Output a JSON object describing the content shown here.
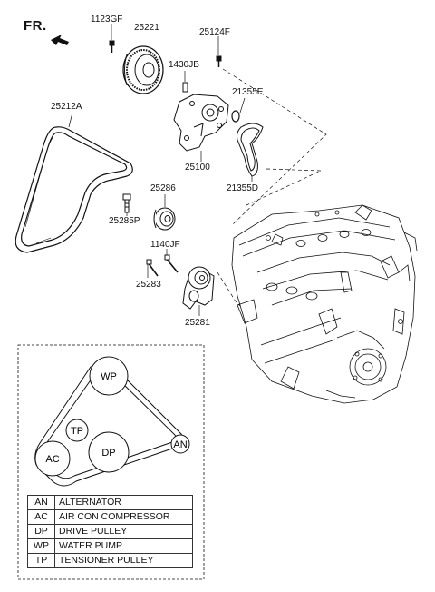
{
  "direction_label": "FR.",
  "parts": {
    "p1123GF": "1123GF",
    "p25221": "25221",
    "p25124F": "25124F",
    "p1430JB": "1430JB",
    "p21355E": "21355E",
    "p25212A": "25212A",
    "p25100": "25100",
    "p21355D": "21355D",
    "p25286": "25286",
    "p25285P": "25285P",
    "p1140JF": "1140JF",
    "p25283": "25283",
    "p25281": "25281"
  },
  "belt_routing": {
    "pulleys": {
      "wp": "WP",
      "tp": "TP",
      "ac": "AC",
      "dp": "DP",
      "an": "AN"
    }
  },
  "legend": [
    {
      "code": "AN",
      "name": "ALTERNATOR"
    },
    {
      "code": "AC",
      "name": "AIR CON COMPRESSOR"
    },
    {
      "code": "DP",
      "name": "DRIVE PULLEY"
    },
    {
      "code": "WP",
      "name": "WATER PUMP"
    },
    {
      "code": "TP",
      "name": "TENSIONER PULLEY"
    }
  ]
}
